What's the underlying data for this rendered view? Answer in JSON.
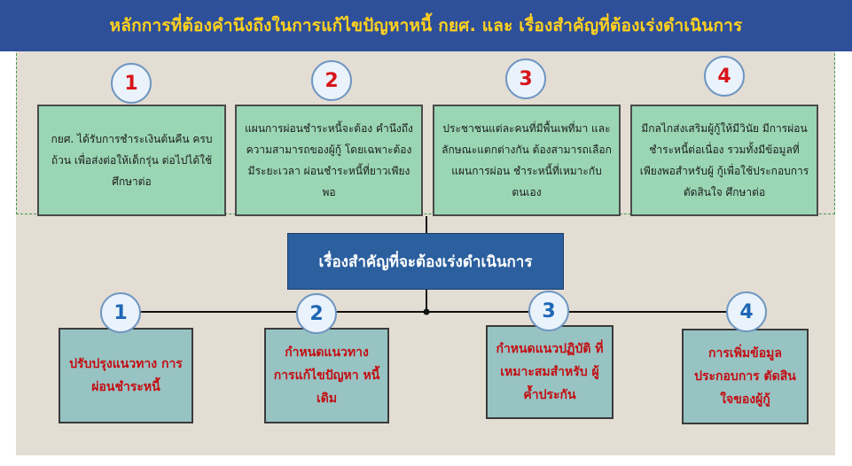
{
  "header": {
    "title": "หลักการที่ต้องคำนึงถึงในการแก้ไขปัญหาหนี้ กยศ. และ เรื่องสำคัญที่ต้องเร่งดำเนินการ"
  },
  "principles": [
    {
      "number": "1",
      "text": "กยศ. ได้รับการชำระเงินต้นคืน ครบถ้วน เพื่อส่งต่อให้เด็กรุ่น ต่อไปได้ใช้ศึกษาต่อ"
    },
    {
      "number": "2",
      "text": "แผนการผ่อนชำระหนี้จะต้อง คำนึงถึงความสามารถของผู้กู้ โดยเฉพาะต้องมีระยะเวลา ผ่อนชำระหนี้ที่ยาวเพียงพอ"
    },
    {
      "number": "3",
      "text": "ประชาชนแต่ละคนที่มีพื้นเพที่มา และลักษณะแตกต่างกัน ต้องสามารถเลือกแผนการผ่อน ชำระหนี้ที่เหมาะกับตนเอง"
    },
    {
      "number": "4",
      "text": "มีกลไกส่งเสริมผู้กู้ให้มีวินัย มีการผ่อนชำระหนี้ต่อเนื่อง รวมทั้งมีข้อมูลที่เพียงพอสำหรับผู้ กู้เพื่อใช้ประกอบการตัดสินใจ ศึกษาต่อ"
    }
  ],
  "center": {
    "title": "เรื่องสำคัญที่จะต้องเร่งดำเนินการ"
  },
  "urgent": [
    {
      "number": "1",
      "text": "ปรับปรุงแนวทาง การผ่อนชำระหนี้"
    },
    {
      "number": "2",
      "text": "กำหนดแนวทาง การแก้ไขปัญหา หนี้เดิม"
    },
    {
      "number": "3",
      "text": "กำหนดแนวปฏิบัติ ที่เหมาะสมสำหรับ ผู้ค้ำประกัน"
    },
    {
      "number": "4",
      "text": "การเพิ่มข้อมูล ประกอบการ ตัดสินใจของผู้กู้"
    }
  ],
  "colors": {
    "header_bg": "#2e4f99",
    "header_text": "#ffd21f",
    "principle_box": "#9ad6b4",
    "center_box": "#2b5f9e",
    "urgent_box": "#97c3c3",
    "urgent_text": "#c40d12",
    "principle_number": "#d8141a",
    "urgent_number": "#1e67b5"
  }
}
